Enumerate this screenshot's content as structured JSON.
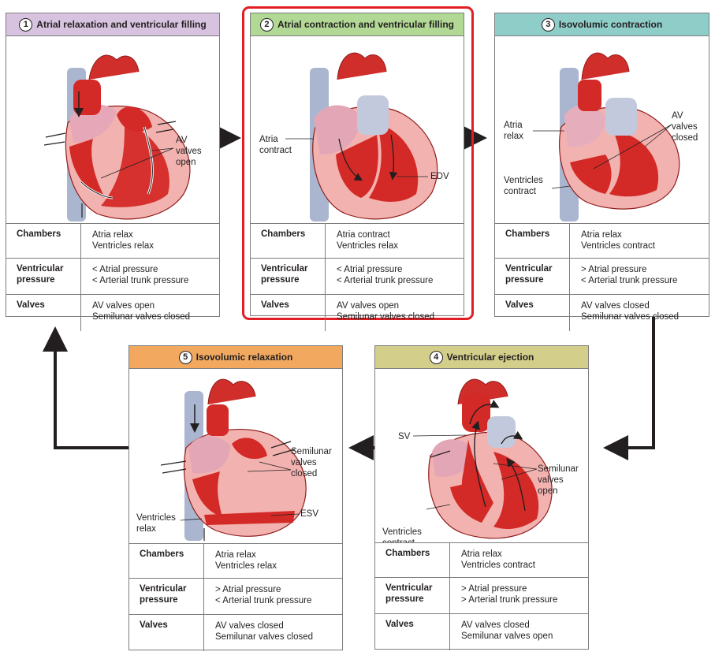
{
  "row_labels": {
    "chambers": "Chambers",
    "ventricular_pressure": "Ventricular\npressure",
    "valves": "Valves"
  },
  "colors": {
    "p1": "#d7c3df",
    "p2": "#b1d895",
    "p3": "#8fcdc9",
    "p4": "#d3cf8b",
    "p5": "#f2a95f",
    "highlight": "#e21e25"
  },
  "panels": [
    {
      "num": "1",
      "title": "Atrial relaxation and ventricular filling",
      "labels": [
        "AV\nvalves\nopen"
      ],
      "chambers": "Atria relax\nVentricles relax",
      "pressure": "< Atrial pressure\n< Arterial trunk pressure",
      "valves": "AV valves open\nSemilunar valves closed"
    },
    {
      "num": "2",
      "title": "Atrial contraction and ventricular filling",
      "labels": [
        "Atria\ncontract",
        "EDV"
      ],
      "chambers": "Atria contract\nVentricles relax",
      "pressure": "< Atrial pressure\n< Arterial trunk pressure",
      "valves": "AV valves open\nSemilunar valves closed"
    },
    {
      "num": "3",
      "title": "Isovolumic contraction",
      "labels": [
        "Atria\nrelax",
        "AV\nvalves\nclosed",
        "Ventricles\ncontract"
      ],
      "chambers": "Atria relax\nVentricles contract",
      "pressure": "> Atrial pressure\n< Arterial trunk pressure",
      "valves": "AV valves closed\nSemilunar valves closed"
    },
    {
      "num": "4",
      "title": "Ventricular ejection",
      "labels": [
        "SV",
        "Semilunar\nvalves\nopen",
        "Ventricles\ncontract"
      ],
      "chambers": "Atria relax\nVentricles contract",
      "pressure": "> Atrial pressure\n> Arterial trunk pressure",
      "valves": "AV valves closed\nSemilunar valves open"
    },
    {
      "num": "5",
      "title": "Isovolumic relaxation",
      "labels": [
        "Semilunar\nvalves\nclosed",
        "Ventricles\nrelax",
        "ESV"
      ],
      "chambers": "Atria relax\nVentricles relax",
      "pressure": "> Atrial pressure\n< Arterial trunk pressure",
      "valves": "AV valves closed\nSemilunar valves closed"
    }
  ]
}
